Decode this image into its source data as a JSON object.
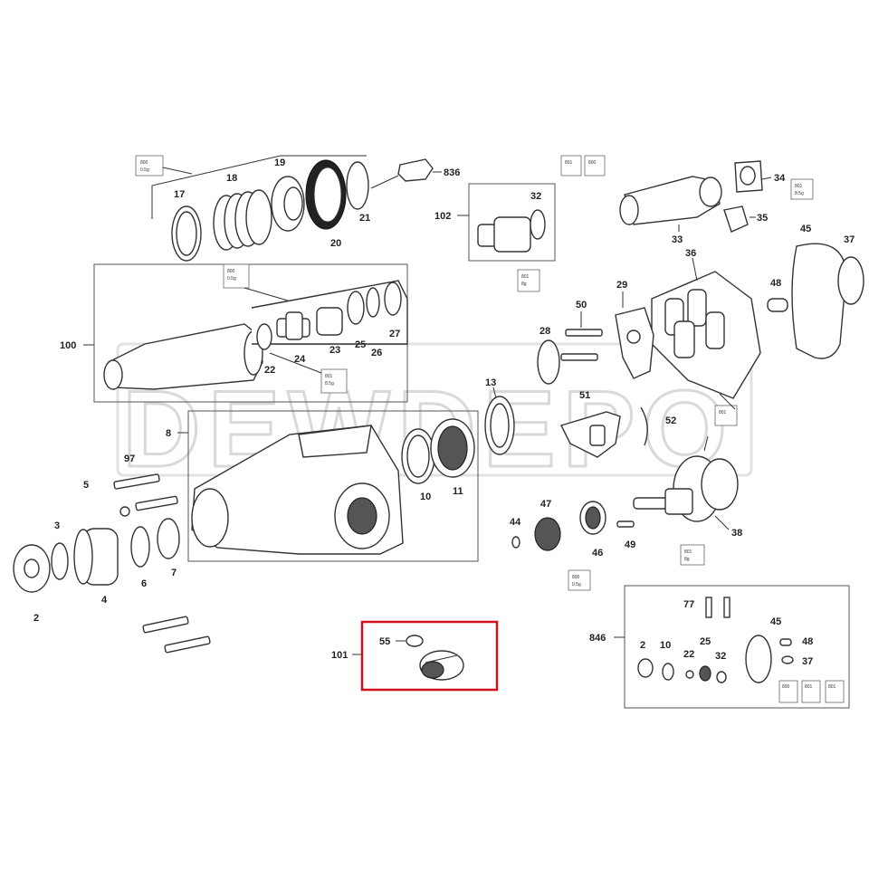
{
  "watermark": "DEWDEPO",
  "labels": {
    "l2": "2",
    "l3": "3",
    "l4": "4",
    "l5": "5",
    "l6": "6",
    "l7": "7",
    "l8": "8",
    "l10": "10",
    "l11": "11",
    "l13": "13",
    "l17": "17",
    "l18": "18",
    "l19": "19",
    "l20": "20",
    "l21": "21",
    "l22": "22",
    "l23": "23",
    "l24": "24",
    "l25": "25",
    "l26": "26",
    "l27": "27",
    "l28": "28",
    "l29": "29",
    "l32": "32",
    "l33": "33",
    "l34": "34",
    "l35": "35",
    "l36": "36",
    "l37": "37",
    "l38": "38",
    "l44": "44",
    "l45": "45",
    "l46": "46",
    "l47": "47",
    "l48": "48",
    "l49": "49",
    "l50": "50",
    "l51": "51",
    "l52": "52",
    "l55": "55",
    "l97": "97",
    "l100": "100",
    "l101": "101",
    "l102": "102",
    "l836": "836",
    "l846": "846",
    "l77": "77",
    "k2": "2",
    "k10": "10",
    "k22": "22",
    "k25": "25",
    "k32": "32",
    "k45": "45",
    "k48": "48",
    "k37": "37"
  },
  "highlight_color": "#d0111b"
}
